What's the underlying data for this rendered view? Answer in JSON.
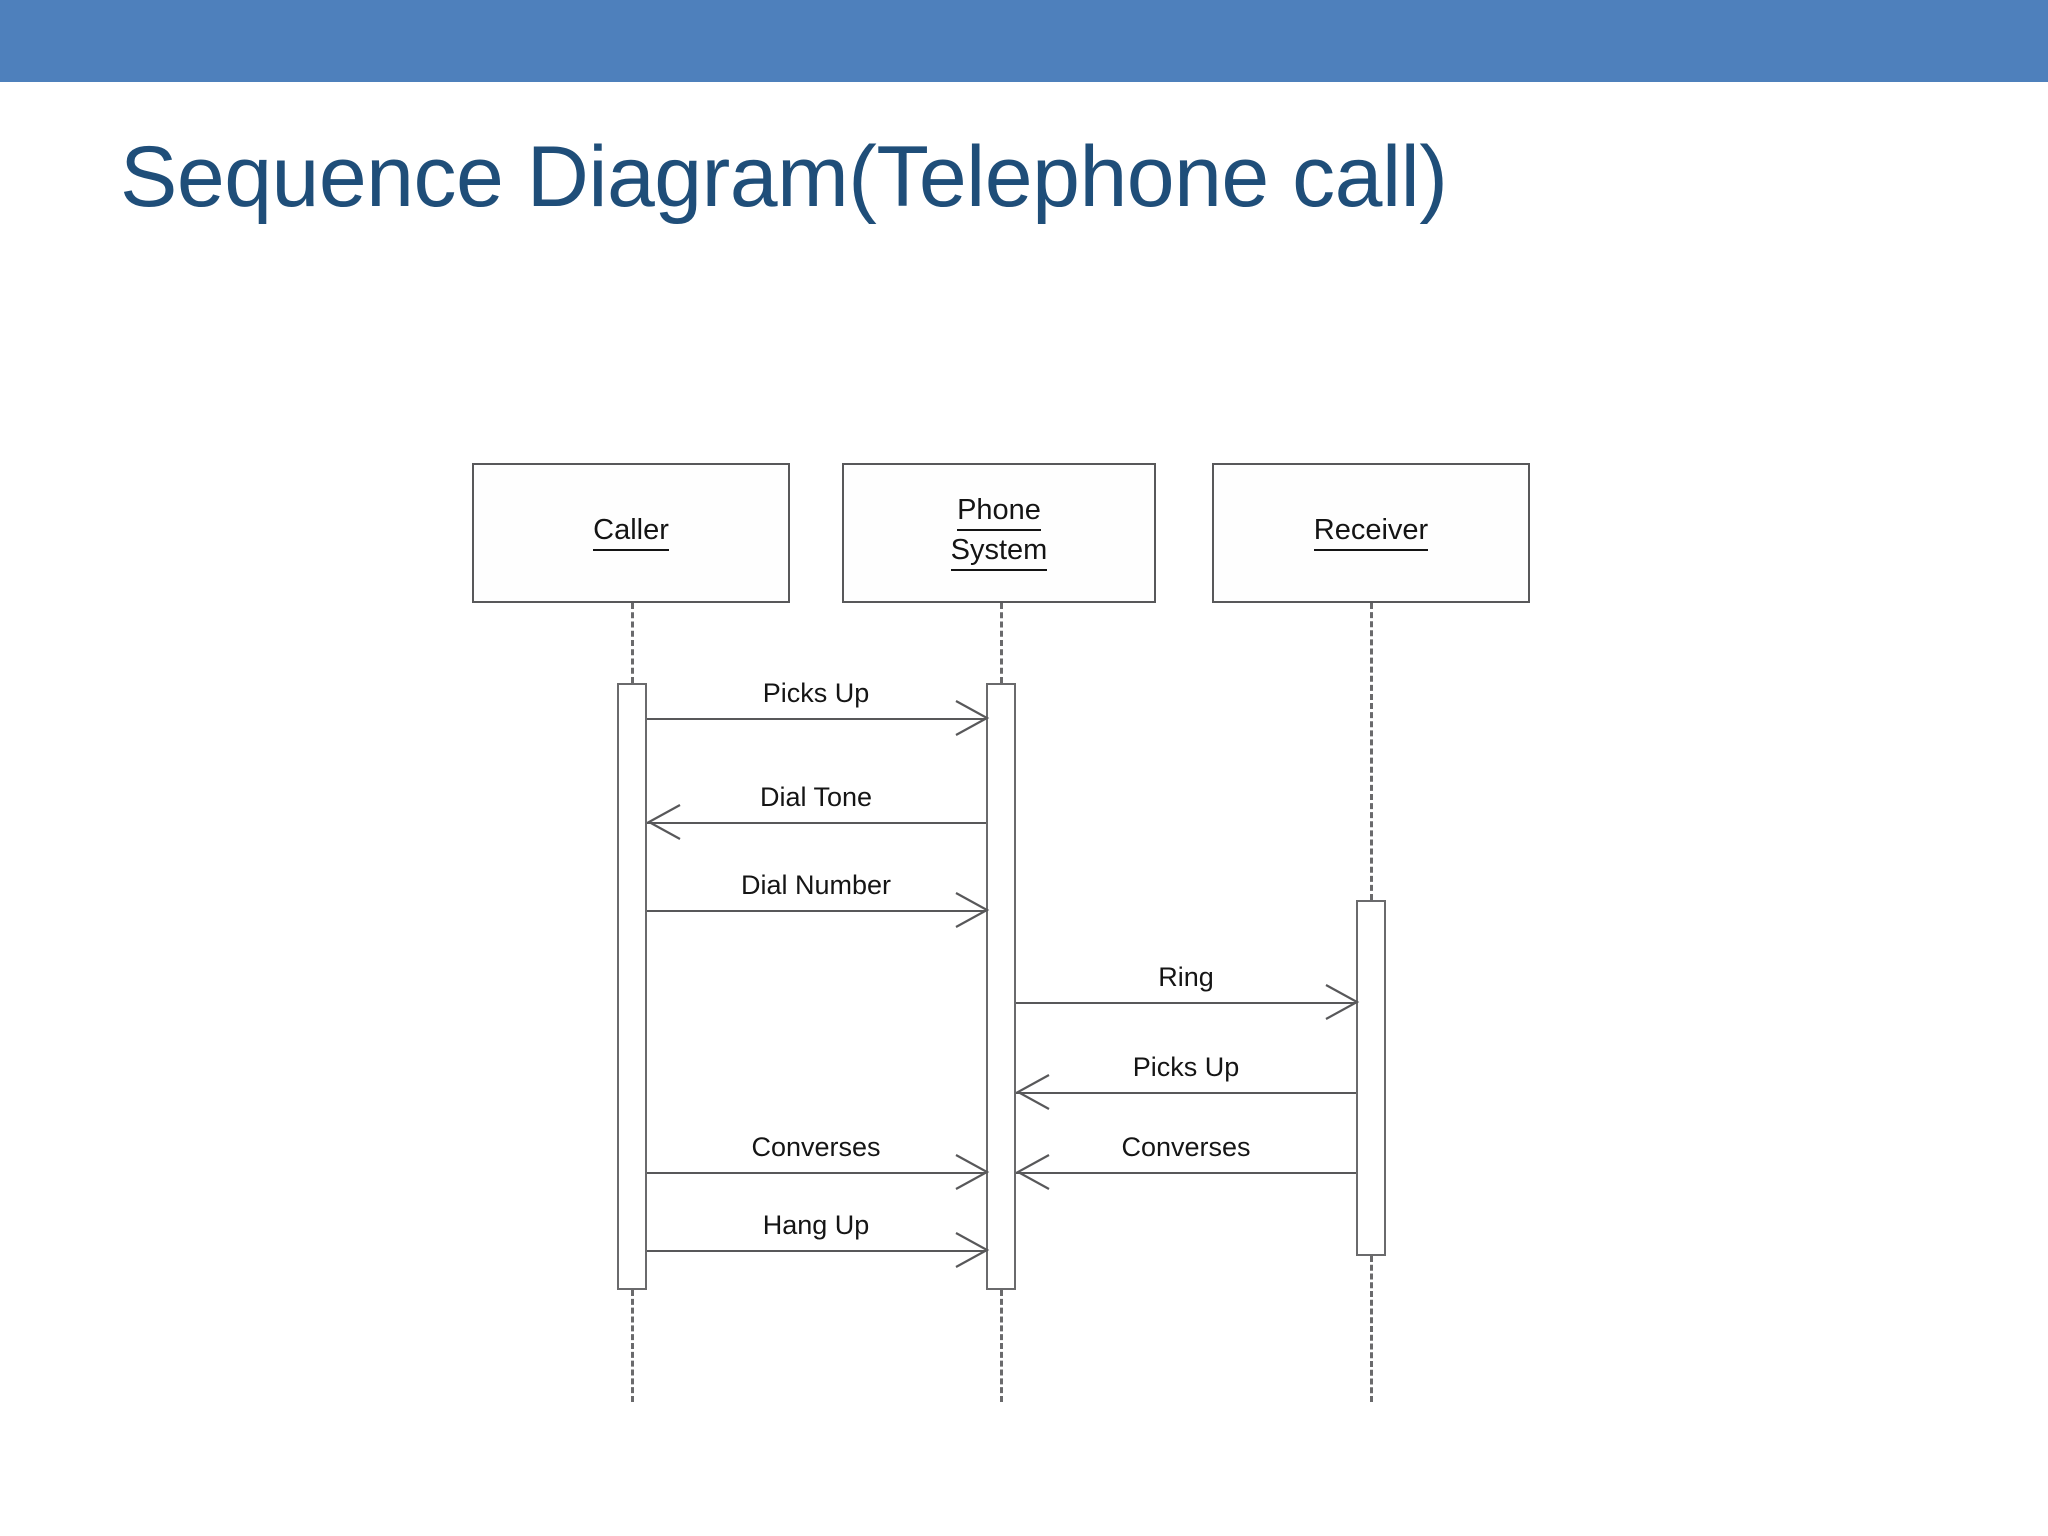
{
  "slide": {
    "title": "Sequence Diagram(Telephone call)",
    "header_bar_color": "#4e80bc",
    "title_color": "#1f4e79",
    "background_color": "#ffffff"
  },
  "diagram": {
    "type": "uml-sequence-diagram",
    "line_color": "#58585a",
    "participants": [
      {
        "id": "caller",
        "label_lines": [
          "Caller"
        ],
        "underlined": true
      },
      {
        "id": "phone_system",
        "label_lines": [
          "Phone",
          "System"
        ],
        "underlined": true
      },
      {
        "id": "receiver",
        "label_lines": [
          "Receiver"
        ],
        "underlined": true
      }
    ],
    "messages": [
      {
        "index": 1,
        "label": "Picks Up",
        "from": "caller",
        "to": "phone_system",
        "direction": "right"
      },
      {
        "index": 2,
        "label": "Dial Tone",
        "from": "phone_system",
        "to": "caller",
        "direction": "left"
      },
      {
        "index": 3,
        "label": "Dial Number",
        "from": "caller",
        "to": "phone_system",
        "direction": "right"
      },
      {
        "index": 4,
        "label": "Ring",
        "from": "phone_system",
        "to": "receiver",
        "direction": "right"
      },
      {
        "index": 5,
        "label": "Picks Up",
        "from": "receiver",
        "to": "phone_system",
        "direction": "left"
      },
      {
        "index": 6,
        "label": "Converses",
        "from": "caller",
        "to": "phone_system",
        "direction": "right"
      },
      {
        "index": 7,
        "label": "Converses",
        "from": "receiver",
        "to": "phone_system",
        "direction": "left"
      },
      {
        "index": 8,
        "label": "Hang Up",
        "from": "caller",
        "to": "phone_system",
        "direction": "right"
      }
    ]
  }
}
